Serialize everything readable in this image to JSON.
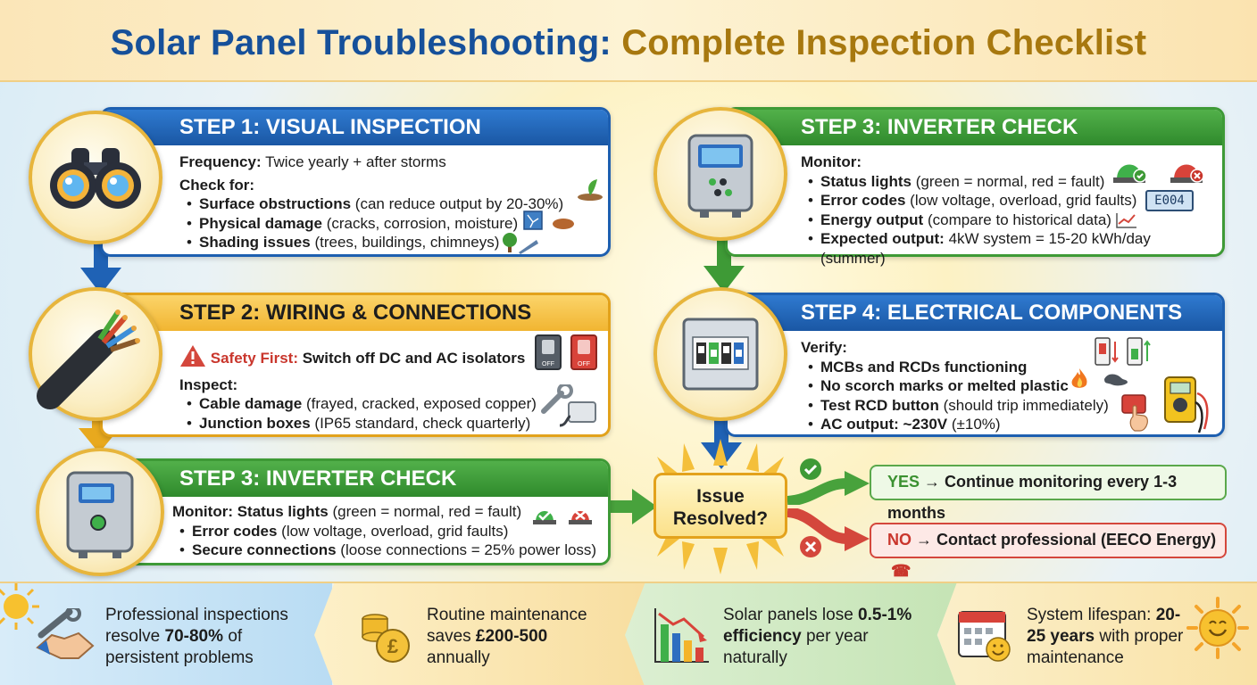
{
  "header": {
    "title_part1": "Solar Panel Troubleshooting:",
    "title_part2": "Complete Inspection Checklist"
  },
  "step1": {
    "title": "STEP 1: VISUAL INSPECTION",
    "frequency_label": "Frequency:",
    "frequency_value": "Twice yearly + after storms",
    "check_label": "Check for:",
    "items": [
      {
        "bold": "Surface obstructions",
        "rest": "(can reduce output by 20-30%)"
      },
      {
        "bold": "Physical damage",
        "rest": "(cracks, corrosion, moisture)"
      },
      {
        "bold": "Shading issues",
        "rest": "(trees, buildings, chimneys)"
      }
    ]
  },
  "step2": {
    "title": "STEP 2: WIRING & CONNECTIONS",
    "safety_label": "Safety First:",
    "safety_text": "Switch off DC and AC isolators",
    "isolator_left": "OFF",
    "isolator_right": "OFF",
    "inspect_label": "Inspect:",
    "items": [
      {
        "bold": "Cable damage",
        "rest": "(frayed, cracked, exposed copper)"
      },
      {
        "bold": "Junction boxes",
        "rest": "(IP65 standard, check quarterly)"
      }
    ]
  },
  "step3_left": {
    "title": "STEP 3: INVERTER CHECK",
    "monitor_label": "Monitor:",
    "first_bold": "Status lights",
    "first_rest": "(green = normal, red = fault)",
    "items": [
      {
        "bold": "Error codes",
        "rest": "(low voltage, overload, grid faults)"
      },
      {
        "bold": "Secure connections",
        "rest": "(loose connections = 25% power loss)"
      }
    ]
  },
  "step3_right": {
    "title": "STEP 3: INVERTER CHECK",
    "monitor_label": "Monitor:",
    "error_code": "E004",
    "items": [
      {
        "bold": "Status lights",
        "rest": "(green = normal, red = fault)"
      },
      {
        "bold": "Error codes",
        "rest": "(low voltage, overload, grid faults)"
      },
      {
        "bold": "Energy output",
        "rest": "(compare to historical data)"
      },
      {
        "bold": "Expected output:",
        "rest": "4kW system = 15-20 kWh/day (summer)"
      }
    ]
  },
  "step4": {
    "title": "STEP 4: ELECTRICAL COMPONENTS",
    "verify_label": "Verify:",
    "items": [
      {
        "bold": "MCBs and RCDs functioning",
        "rest": ""
      },
      {
        "bold": "No scorch marks or melted plastic",
        "rest": ""
      },
      {
        "bold": "Test RCD button",
        "rest": "(should trip immediately)"
      },
      {
        "bold": "AC output: ~230V",
        "rest": "(±10%)"
      }
    ]
  },
  "decision": {
    "line1": "Issue",
    "line2": "Resolved?"
  },
  "outcomes": {
    "yes_word": "YES",
    "yes_text": "→ Continue monitoring every 1-3 months",
    "no_word": "NO",
    "no_text": "→ Contact professional (EECO Energy)"
  },
  "footer": [
    {
      "pre": "Professional inspections resolve",
      "bold": "70-80%",
      "post": "of persistent problems"
    },
    {
      "pre": "Routine maintenance saves",
      "bold": "£200-500",
      "post": "annually"
    },
    {
      "pre": "Solar panels lose",
      "bold": "0.5-1% efficiency",
      "post": "per year naturally"
    },
    {
      "pre": "System lifespan:",
      "bold": "20-25 years",
      "post": "with proper maintenance"
    }
  ],
  "colors": {
    "blue": "#1d5fb0",
    "yellow": "#e2a21b",
    "green": "#3e9a36",
    "red": "#d4473c"
  }
}
